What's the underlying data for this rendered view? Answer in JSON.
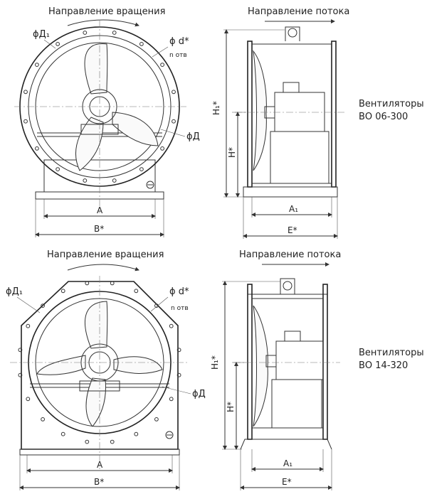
{
  "top": {
    "rotation_label": "Направление вращения",
    "flow_label": "Направление потока",
    "d1_label": "ϕД₁",
    "d_hole_label": "ϕ d*",
    "n_holes_label": "n отв",
    "d_label": "ϕД",
    "a_label": "А",
    "b_label": "В*",
    "h1_label": "H₁*",
    "h_label": "H*",
    "a1_label": "А₁",
    "e_label": "Е*",
    "series_line1": "Вентиляторы",
    "series_line2": "ВО 06-300"
  },
  "bottom": {
    "rotation_label": "Направление вращения",
    "flow_label": "Направление потока",
    "d1_label": "ϕД₁",
    "d_hole_label": "ϕ d*",
    "n_holes_label": "n отв",
    "d_label": "ϕД",
    "a_label": "А",
    "b_label": "В*",
    "h1_label": "H₁*",
    "h_label": "H*",
    "a1_label": "А₁",
    "e_label": "Е*",
    "series_line1": "Вентиляторы",
    "series_line2": "ВО 14-320"
  }
}
